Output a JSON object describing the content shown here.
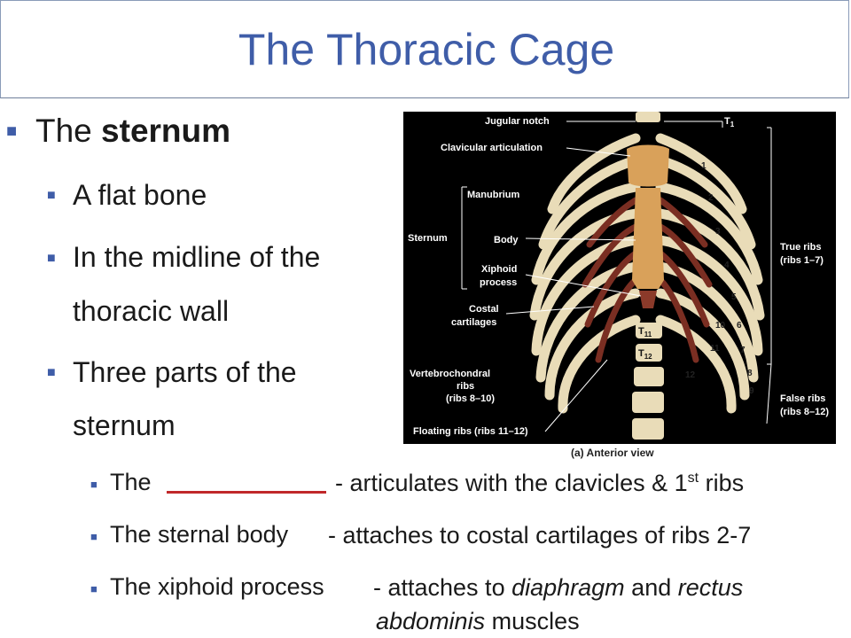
{
  "slide": {
    "title": "The Thoracic Cage"
  },
  "bullets": {
    "main_prefix": "The ",
    "main_bold": "sternum",
    "sub1": "A flat bone",
    "sub2_line1": "In the midline of the",
    "sub2_line2": "thoracic wall",
    "sub3_line1": "Three parts of the",
    "sub3_line2": "sternum",
    "part1_label": "The",
    "part1_desc_a": "- articulates with the clavicles & 1",
    "part1_sup": "st",
    "part1_desc_b": " ribs",
    "part2_label": "The sternal body",
    "part2_desc": "- attaches to costal cartilages of ribs 2-7",
    "part3_label": "The xiphoid process",
    "part3_desc_a": "- attaches to ",
    "part3_desc_diaphragm": "diaphragm",
    "part3_desc_and": " and ",
    "part3_desc_rectus": "rectus",
    "part3_desc_abdominis": "abdominis",
    "part3_desc_muscles": " muscles"
  },
  "figure": {
    "caption": "(a) Anterior view",
    "labels": {
      "jugular_notch": "Jugular notch",
      "clavicular_articulation": "Clavicular articulation",
      "manubrium": "Manubrium",
      "sternum": "Sternum",
      "body": "Body",
      "xiphoid_1": "Xiphoid",
      "xiphoid_2": "process",
      "costal_1": "Costal",
      "costal_2": "cartilages",
      "vertebro_1": "Vertebrochondral",
      "vertebro_2": "ribs",
      "vertebro_3": "(ribs 8–10)",
      "floating": "Floating ribs (ribs 11–12)",
      "t1": "T",
      "t1_sub": "1",
      "t11": "T",
      "t11_sub": "11",
      "t12": "T",
      "t12_sub": "12",
      "true_ribs_1": "True ribs",
      "true_ribs_2": "(ribs 1–7)",
      "false_ribs_1": "False ribs",
      "false_ribs_2": "(ribs 8–12)"
    },
    "rib_numbers": [
      "1",
      "2",
      "3",
      "4",
      "5",
      "6",
      "7",
      "8",
      "9",
      "10",
      "11",
      "12"
    ]
  },
  "colors": {
    "title": "#3f5da8",
    "bullet": "#3f5da8",
    "blank_line": "#c0282a",
    "bone": "#e9dcb8",
    "cartilage": "#7a2e22"
  }
}
